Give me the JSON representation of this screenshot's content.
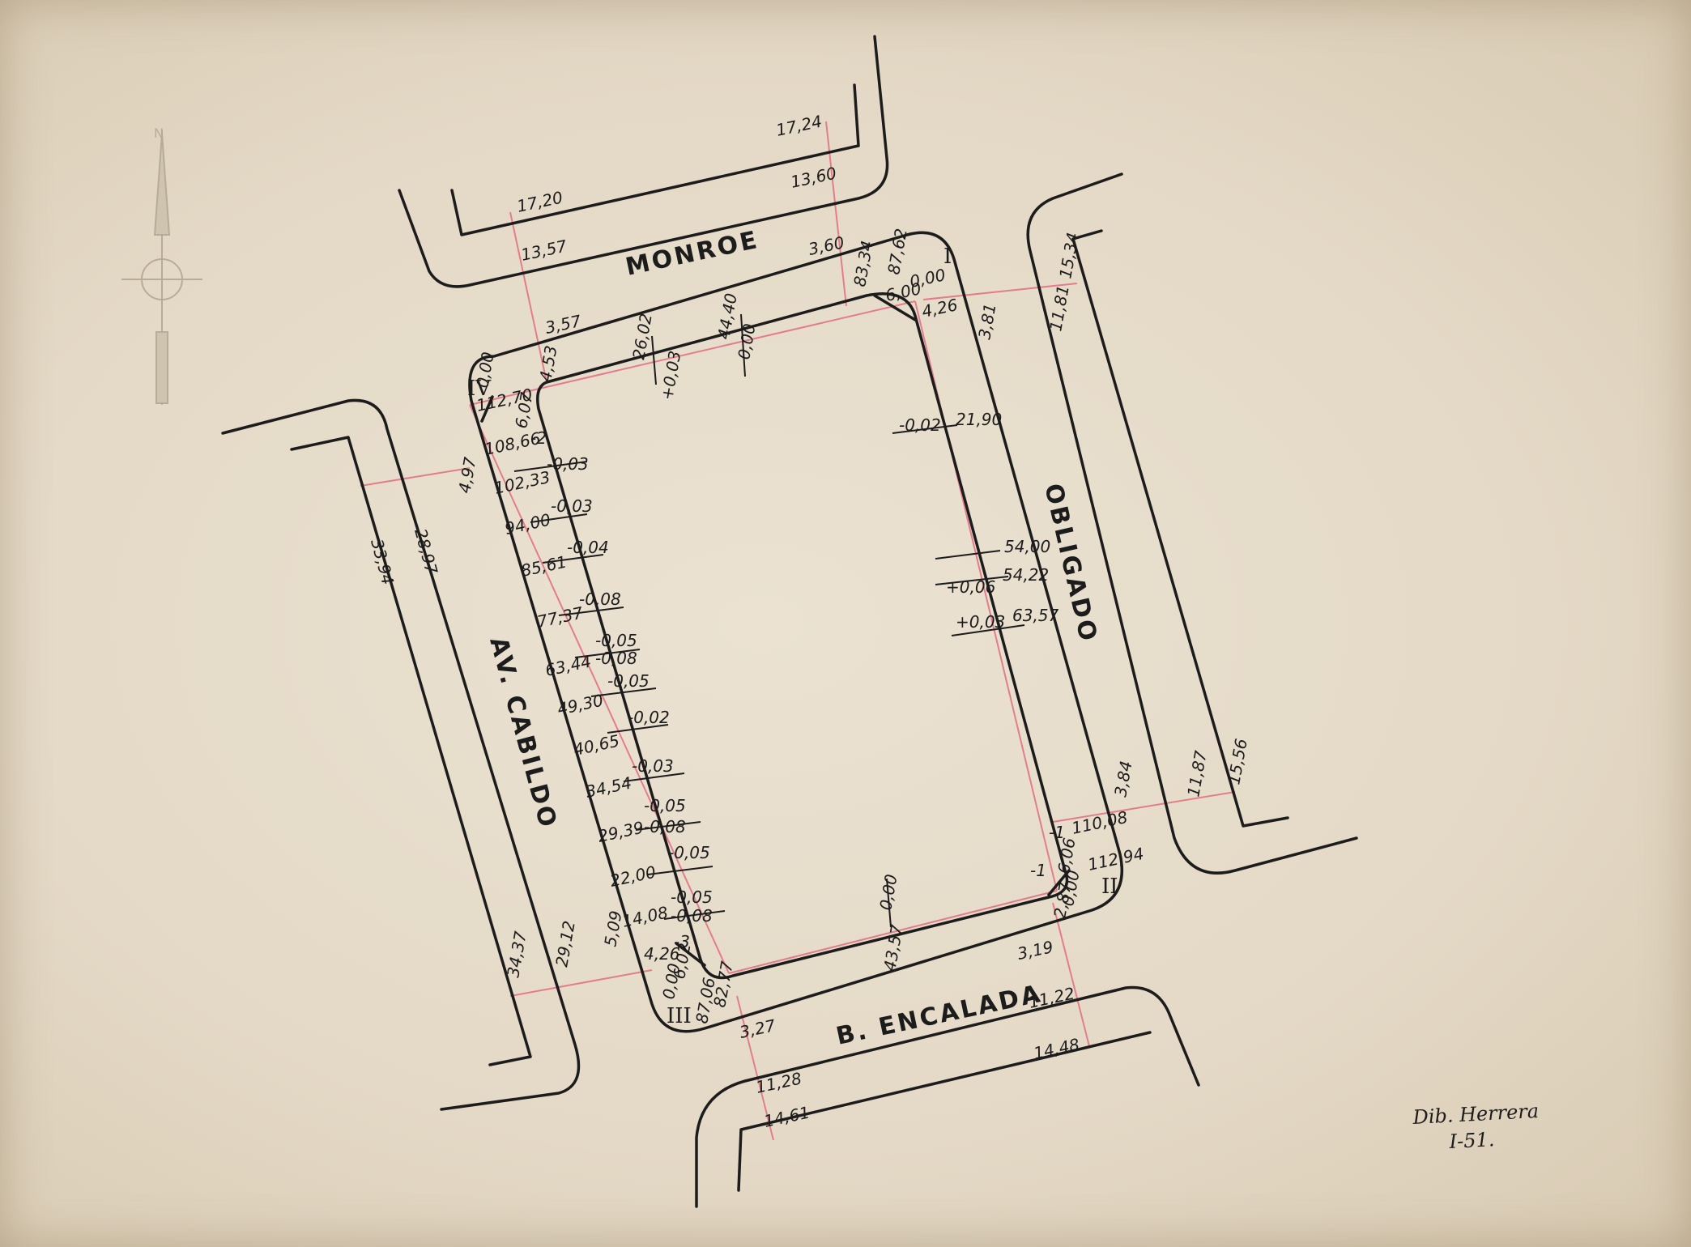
{
  "streets": {
    "north": "MONROE",
    "east": "OBLIGADO",
    "south": "B. ENCALADA",
    "west": "AV. CABILDO"
  },
  "corners": {
    "c1": "I",
    "c2": "II",
    "c3": "III",
    "c4": "IV"
  },
  "signature": {
    "line1": "Dib. Herrera",
    "line2": "I-51."
  },
  "labels": {
    "n1": "17,24",
    "n2": "13,60",
    "n3": "17,20",
    "n4": "13,57",
    "n5": "3,60",
    "n6": "3,57",
    "n7": "26,02",
    "n8": "+0,03",
    "n9": "44,40",
    "n10": "0,00",
    "n11": "83,34",
    "n12": "87,62",
    "n13": "0,00",
    "n14": "6,00",
    "n15": "4,26",
    "e1": "15,34",
    "e2": "11,81",
    "e3": "3,81",
    "e4": "21,90",
    "e5": "-0,02",
    "e6": "54,00",
    "e7": "+0,06",
    "e8": "54,22",
    "e9": "+0,03",
    "e10": "63,57",
    "e11": "3,84",
    "e12": "11,87",
    "e13": "15,56",
    "e14": "-1",
    "e15": "110,08",
    "e16": "112,94",
    "e17": "0,00",
    "e18": "6,06",
    "e19": "2,87",
    "e20": "-1",
    "s1": "3,19",
    "s2": "0,00",
    "s3": "43,57",
    "s4": "11,22",
    "s5": "14,48",
    "s6": "3,27",
    "s7": "11,28",
    "s8": "14,61",
    "s9": "82,77",
    "s10": "87,06",
    "s11": "0,00",
    "s12": "6,02",
    "s13": "4,26",
    "s14": "-3",
    "s15": "5,09",
    "w1": "33,94",
    "w2": "28,97",
    "w3": "4,97",
    "w4": "34,37",
    "w5": "29,12",
    "w6": "112,70",
    "w7": "0,00",
    "w8": "6,07",
    "w9": "108,66",
    "w10": "-2",
    "w11": "4,53",
    "m1": "102,33",
    "m2": "-0,03",
    "m3": "94,00",
    "m4": "-0,03",
    "m5": "85,61",
    "m6": "-0,04",
    "m7": "77,37",
    "m8": "-0,08",
    "m9": "63,44",
    "m10": "-0,05",
    "m11": "-0,08",
    "m12": "49,30",
    "m13": "-0,05",
    "m14": "40,65",
    "m15": "-0,02",
    "m16": "34,54",
    "m17": "-0,03",
    "m18": "29,39",
    "m19": "-0,05",
    "m20": "-0,08",
    "m21": "22,00",
    "m22": "-0,05",
    "m23": "14,08",
    "m24": "-0,05",
    "m25": "-0,08"
  }
}
